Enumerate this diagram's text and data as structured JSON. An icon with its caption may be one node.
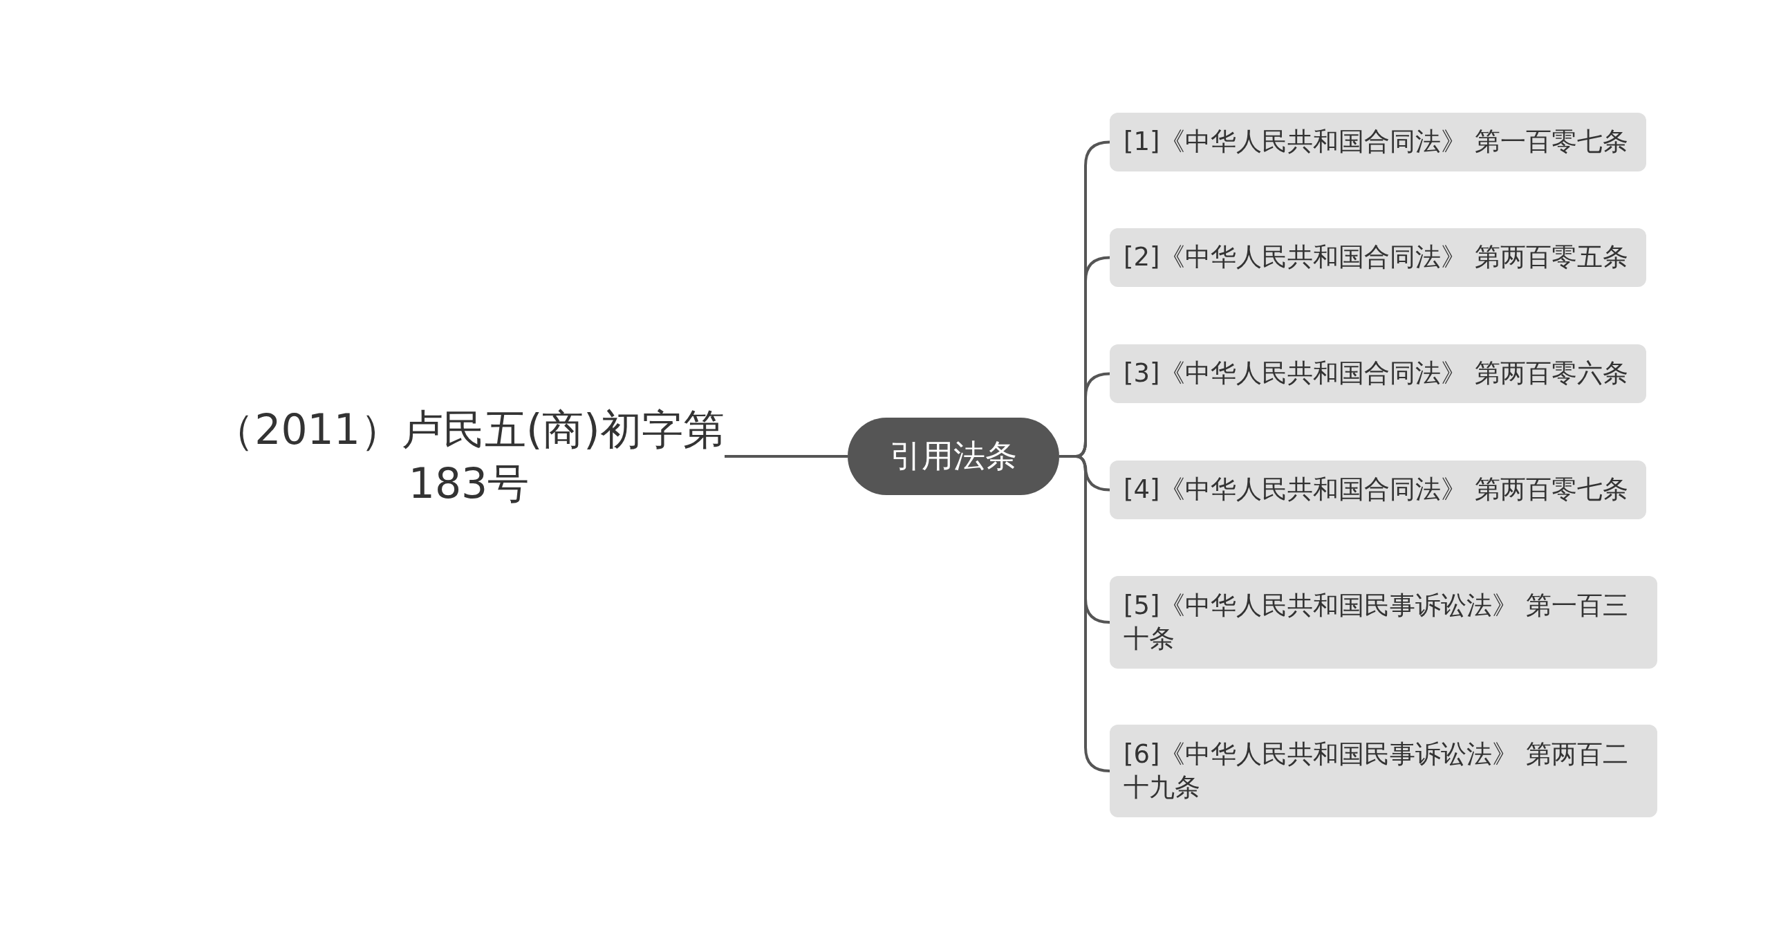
{
  "diagram": {
    "nodes": [
      {
        "text": [
          "（2011）卢民五(商)初字第183号"
        ]
      },
      {
        "text": [
          "引用法条"
        ]
      },
      {
        "text": [
          "[1]《中华人民共和国合同法》 第一百零七条"
        ]
      },
      {
        "text": [
          "[2]《中华人民共和国合同法》 第两百零五条"
        ]
      },
      {
        "text": [
          "[3]《中华人民共和国合同法》 第两百零六条"
        ]
      },
      {
        "text": [
          "[4]《中华人民共和国合同法》 第两百零七条"
        ]
      },
      {
        "text": [
          "[5]《中华人民共和国民事诉讼法》 第一百三十条"
        ]
      },
      {
        "text": [
          "[6]《中华人民共和国民事诉讼法》 第两百二十九条"
        ]
      }
    ],
    "edges": [
      {
        "from": 0,
        "to": 1,
        "arrow": "none"
      },
      {
        "from": 1,
        "to": 2,
        "arrow": "none"
      },
      {
        "from": 1,
        "to": 3,
        "arrow": "none"
      },
      {
        "from": 1,
        "to": 4,
        "arrow": "none"
      },
      {
        "from": 1,
        "to": 5,
        "arrow": "none"
      },
      {
        "from": 1,
        "to": 6,
        "arrow": "none"
      },
      {
        "from": 1,
        "to": 7,
        "arrow": "none"
      }
    ]
  }
}
